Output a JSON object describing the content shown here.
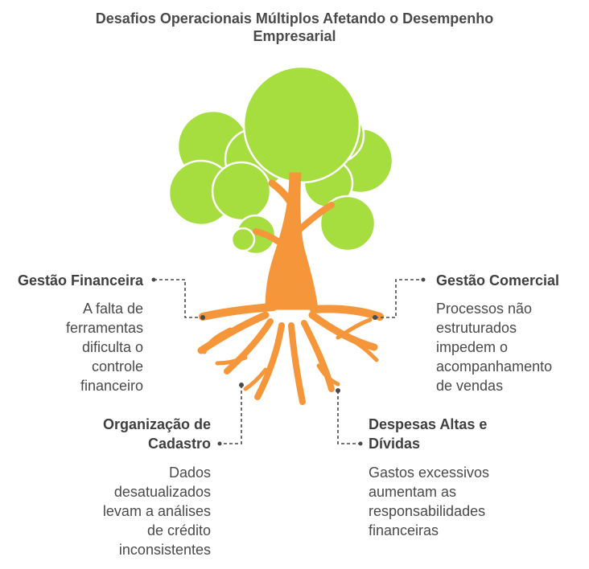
{
  "title": {
    "line1": "Desafios Operacionais Múltiplos Afetando o Desempenho",
    "line2": "Empresarial"
  },
  "items": [
    {
      "heading": [
        "Gestão Financeira"
      ],
      "description": [
        "A falta de",
        "ferramentas",
        "dificulta o",
        "controle",
        "financeiro"
      ]
    },
    {
      "heading": [
        "Gestão Comercial"
      ],
      "description": [
        "Processos não",
        "estruturados",
        "impedem o",
        "acompanhamento",
        "de vendas"
      ]
    },
    {
      "heading": [
        "Organização de",
        "Cadastro"
      ],
      "description": [
        "Dados",
        "desatualizados",
        "levam a análises",
        "de crédito",
        "inconsistentes"
      ]
    },
    {
      "heading": [
        "Despesas Altas e",
        "Dívidas"
      ],
      "description": [
        "Gastos excessivos",
        "aumentam as",
        "responsabilidades",
        "financeiras"
      ]
    }
  ],
  "colors": {
    "foliage": "#a6dd3f",
    "foliage_outline": "#ffffff",
    "trunk": "#f5963a",
    "connector": "#4a4a4a"
  }
}
